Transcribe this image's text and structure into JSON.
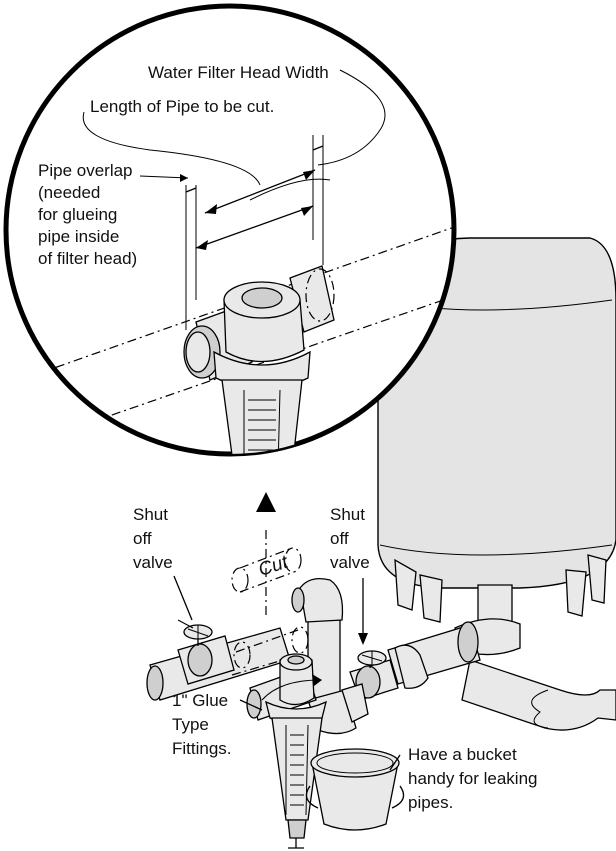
{
  "labels": {
    "filter_head_width": "Water Filter Head Width",
    "pipe_length": "Length of Pipe to be cut.",
    "overlap_line1": "Pipe overlap",
    "overlap_line2": "(needed",
    "overlap_line3": "for glueing",
    "overlap_line4": "pipe inside",
    "overlap_line5": "of filter head)",
    "shutoff_left_1": "Shut",
    "shutoff_left_2": "off",
    "shutoff_left_3": "valve",
    "shutoff_right_1": "Shut",
    "shutoff_right_2": "off",
    "shutoff_right_3": "valve",
    "cut": "Cut",
    "glue_1": "1\" Glue",
    "glue_2": "Type",
    "glue_3": "Fittings.",
    "bucket_1": "Have a bucket",
    "bucket_2": "handy for leaking",
    "bucket_3": "pipes."
  }
}
